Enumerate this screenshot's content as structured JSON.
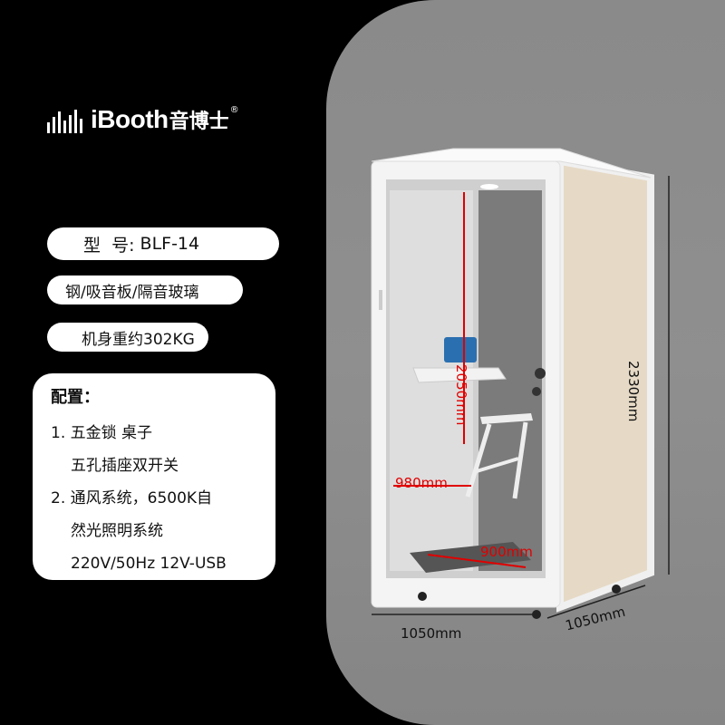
{
  "brand": {
    "name": "iBooth",
    "name_cn": "音博士",
    "registered": "®"
  },
  "specs": {
    "model_prefix": "型  号: ",
    "model": "BLF-14",
    "materials": "钢/吸音板/隔音玻璃",
    "weight": "机身重约302KG"
  },
  "config": {
    "title": "配置：",
    "lines": [
      "1. 五金锁 桌子",
      "五孔插座双开关",
      "2. 通风系统，6500K自",
      "然光照明系统",
      "220V/50Hz  12V-USB"
    ]
  },
  "dimensions": {
    "height_outer": "2330mm",
    "width_front": "1050mm",
    "depth_side": "1050mm",
    "height_inner": "2050mm",
    "width_inner": "980mm",
    "depth_inner": "900mm"
  },
  "colors": {
    "background": "#000000",
    "panel": "#8a8a8a",
    "accent_red": "#e00000",
    "frame": "#f4f4f4",
    "wood": "#e6dac6"
  }
}
